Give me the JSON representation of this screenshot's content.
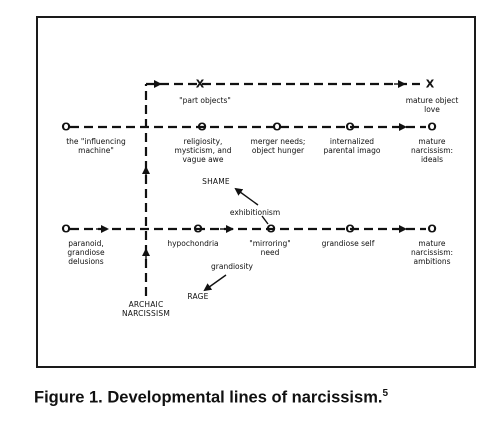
{
  "diagram": {
    "top_row": {
      "left_marker": "X",
      "right_marker": "X",
      "left_label": "\"part objects\"",
      "right_label": "mature object\nlove"
    },
    "row1": {
      "markers": [
        "O",
        "O",
        "O",
        "O",
        "O"
      ],
      "labels": [
        "the \"influencing\nmachine\"",
        "religiosity,\nmysticism, and\nvague awe",
        "merger needs;\nobject hunger",
        "internalized\nparental imago",
        "mature\nnarcissism:\nideals"
      ]
    },
    "row2": {
      "markers": [
        "O",
        "O",
        "O",
        "O",
        "O"
      ],
      "labels": [
        "paranoid,\ngrandiose\ndelusions",
        "hypochondria",
        "\"mirroring\"\nneed",
        "grandiose self",
        "mature\nnarcissism:\nambitions"
      ]
    },
    "branches": {
      "shame": "SHAME",
      "exhibitionism": "exhibitionism",
      "grandiosity": "grandiosity",
      "rage": "RAGE"
    },
    "origin": "ARCHAIC\nNARCISSISM"
  },
  "caption": {
    "text": "Figure 1. Developmental lines of narcissism.",
    "superscript": "5"
  }
}
